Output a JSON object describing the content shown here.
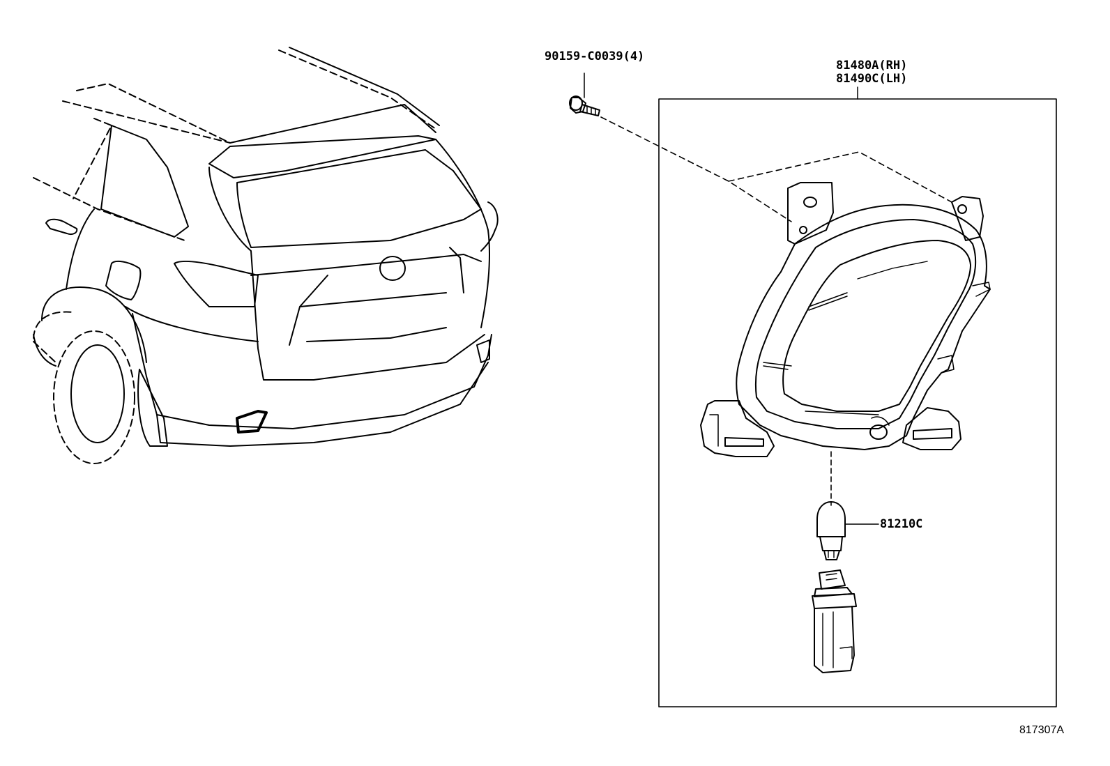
{
  "labels": {
    "bolt": "90159-C0039(4)",
    "lamp_rh": "81480A(RH)",
    "lamp_lh": "81490C(LH)",
    "bulb": "81210C",
    "diagram_ref": "817307A"
  },
  "style": {
    "line_color": "#000000",
    "background": "#ffffff"
  }
}
